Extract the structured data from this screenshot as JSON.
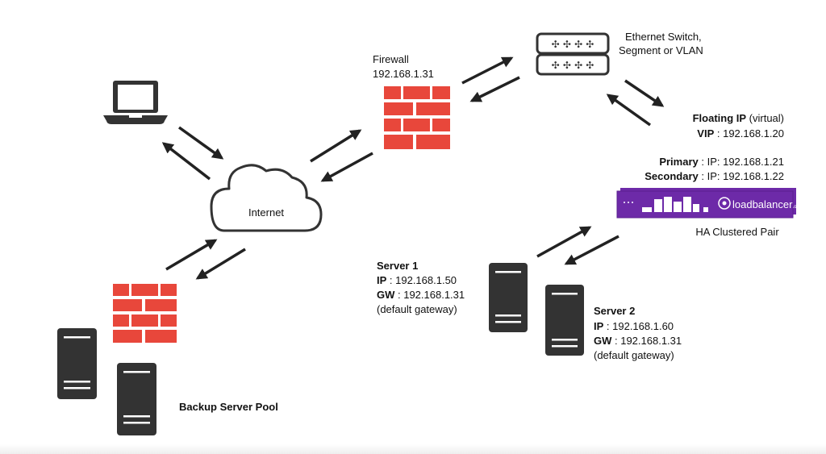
{
  "firewall_top": {
    "label": "Firewall",
    "ip": "192.168.1.31"
  },
  "switch": {
    "line1": "Ethernet Switch,",
    "line2": "Segment or VLAN"
  },
  "floating_ip": {
    "title": "Floating IP",
    "title_suffix": " (virtual)",
    "vip_label": "VIP",
    "vip_value": " : 192.168.1.20"
  },
  "lb_pair": {
    "primary_label": "Primary",
    "primary_value": " : IP: 192.168.1.21",
    "secondary_label": "Secondary",
    "secondary_value": " : IP: 192.168.1.22",
    "caption": "HA Clustered Pair",
    "brand": "loadbalancer",
    "brand_suffix": ".org"
  },
  "internet": {
    "label": "Internet"
  },
  "server1": {
    "title": "Server 1",
    "ip_label": "IP",
    "ip_value": " : 192.168.1.50",
    "gw_label": "GW",
    "gw_value": " : 192.168.1.31",
    "note": "(default gateway)"
  },
  "server2": {
    "title": "Server 2",
    "ip_label": "IP",
    "ip_value": " : 192.168.1.60",
    "gw_label": "GW",
    "gw_value": " : 192.168.1.31",
    "note": "(default gateway)"
  },
  "backup_pool": {
    "label": "Backup Server Pool"
  },
  "colors": {
    "firewall": "#e8473b",
    "appliance": "#6d2aa8",
    "dark": "#333333"
  }
}
